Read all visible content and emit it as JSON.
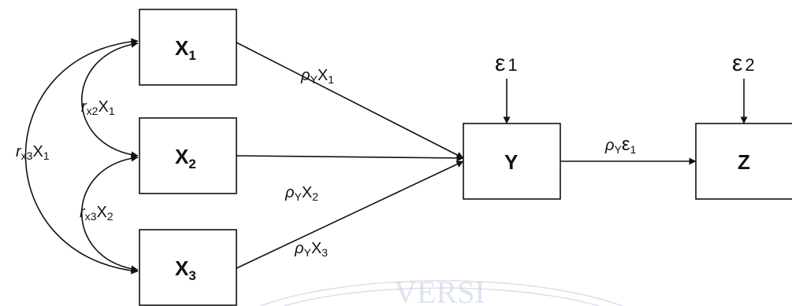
{
  "nodes": {
    "x1": {
      "main": "X",
      "sub": "1"
    },
    "x2": {
      "main": "X",
      "sub": "2"
    },
    "x3": {
      "main": "X",
      "sub": "3"
    },
    "y": {
      "main": "Y"
    },
    "z": {
      "main": "Z"
    }
  },
  "errors": {
    "e1": {
      "main": "ε",
      "sub": "1"
    },
    "e2": {
      "main": "ε",
      "sub": "2"
    }
  },
  "paths": {
    "py_x1": {
      "rho": "ρ",
      "rho_sub": "Y",
      "var": "X",
      "var_sub": "1"
    },
    "py_x2": {
      "rho": "ρ",
      "rho_sub": "Y",
      "var": "X",
      "var_sub": "2"
    },
    "py_x3": {
      "rho": "ρ",
      "rho_sub": "Y",
      "var": "X",
      "var_sub": "3"
    },
    "py_e1": {
      "rho": "ρ",
      "rho_sub": "Y",
      "var": "ε",
      "var_sub": "1"
    }
  },
  "correlations": {
    "r_x2x1": {
      "r": "r",
      "r_sub": "x2",
      "var": "X",
      "var_sub": "1"
    },
    "r_x3x2": {
      "r": "r",
      "r_sub": "x3",
      "var": "X",
      "var_sub": "2"
    },
    "r_x3x1": {
      "r": "r",
      "r_sub": "x3",
      "var": "X",
      "var_sub": "1"
    }
  },
  "watermark": {
    "text": "VERSI"
  }
}
